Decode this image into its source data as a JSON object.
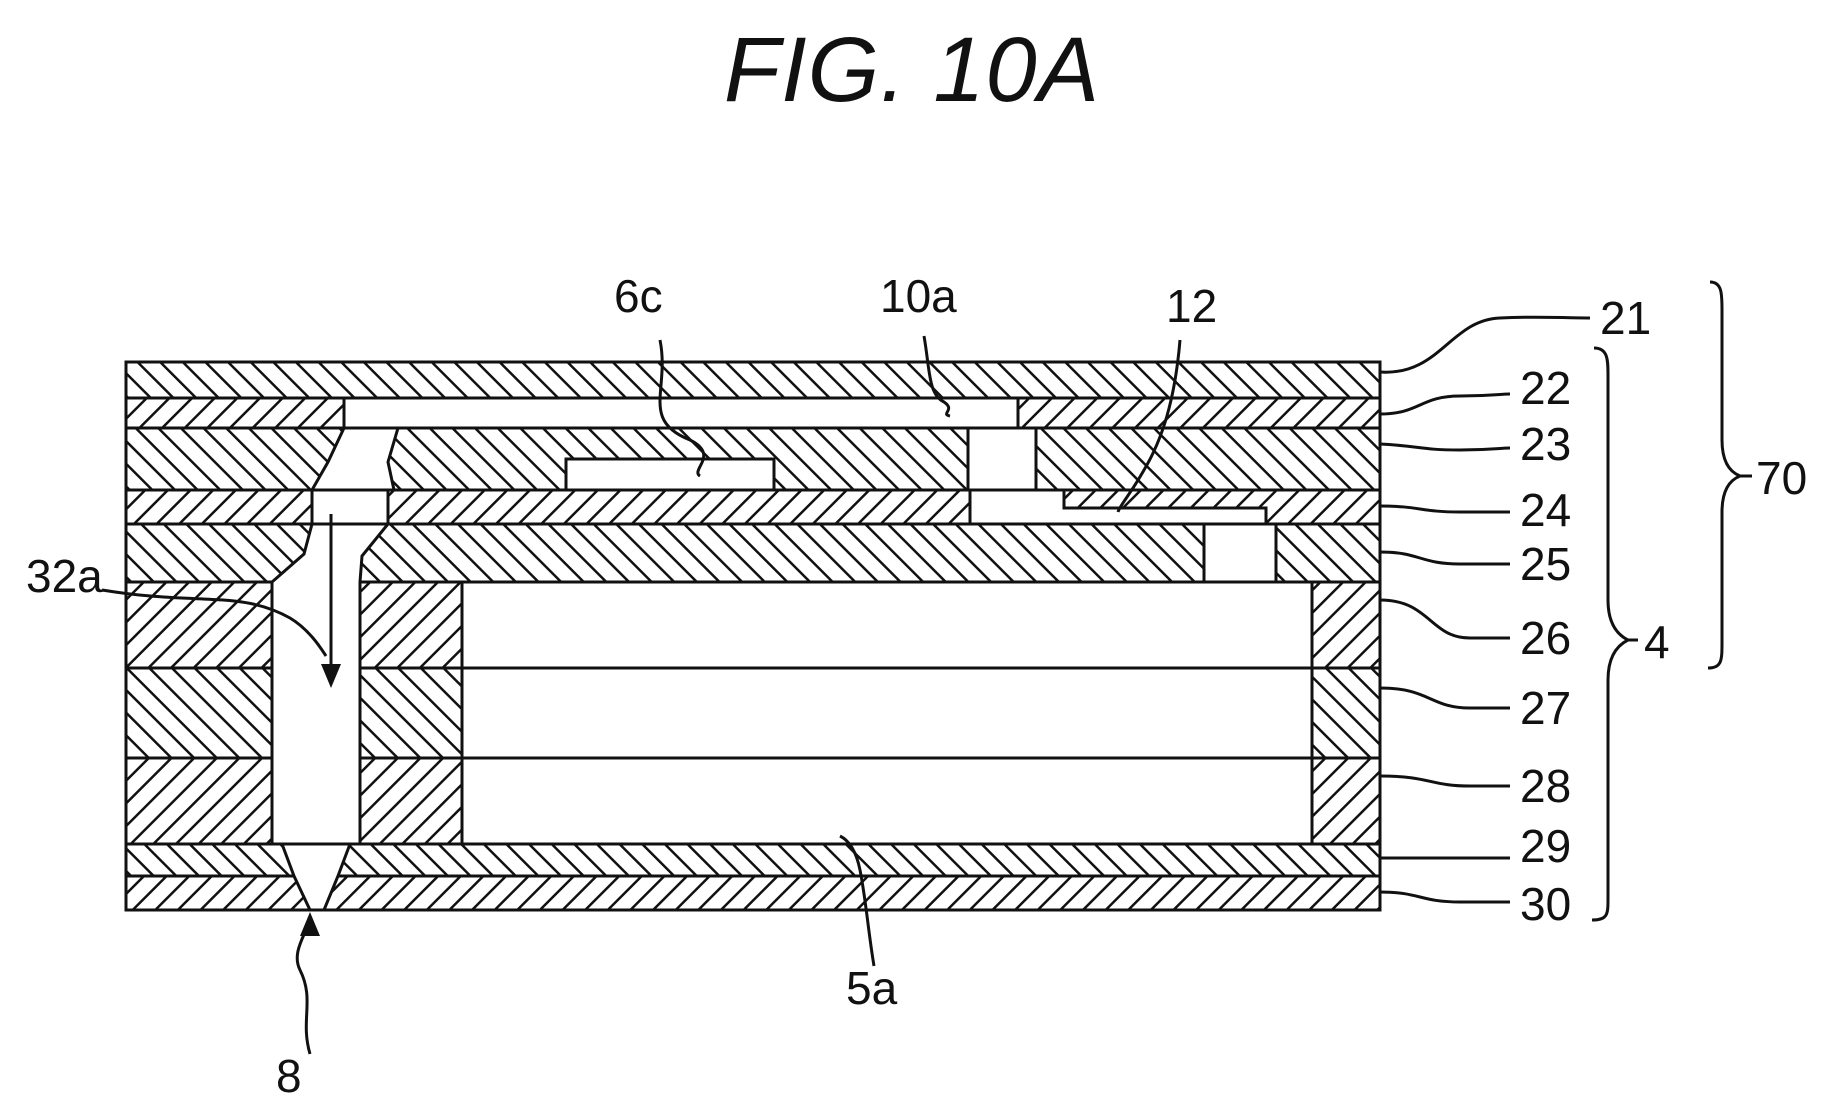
{
  "figure": {
    "title": "FIG. 10A"
  },
  "labels": {
    "l6c": "6c",
    "l10a": "10a",
    "l12": "12",
    "l21": "21",
    "l22": "22",
    "l23": "23",
    "l24": "24",
    "l25": "25",
    "l26": "26",
    "l27": "27",
    "l28": "28",
    "l29": "29",
    "l30": "30",
    "l70": "70",
    "l4": "4",
    "l32a": "32a",
    "l5a": "5a",
    "l8": "8"
  }
}
